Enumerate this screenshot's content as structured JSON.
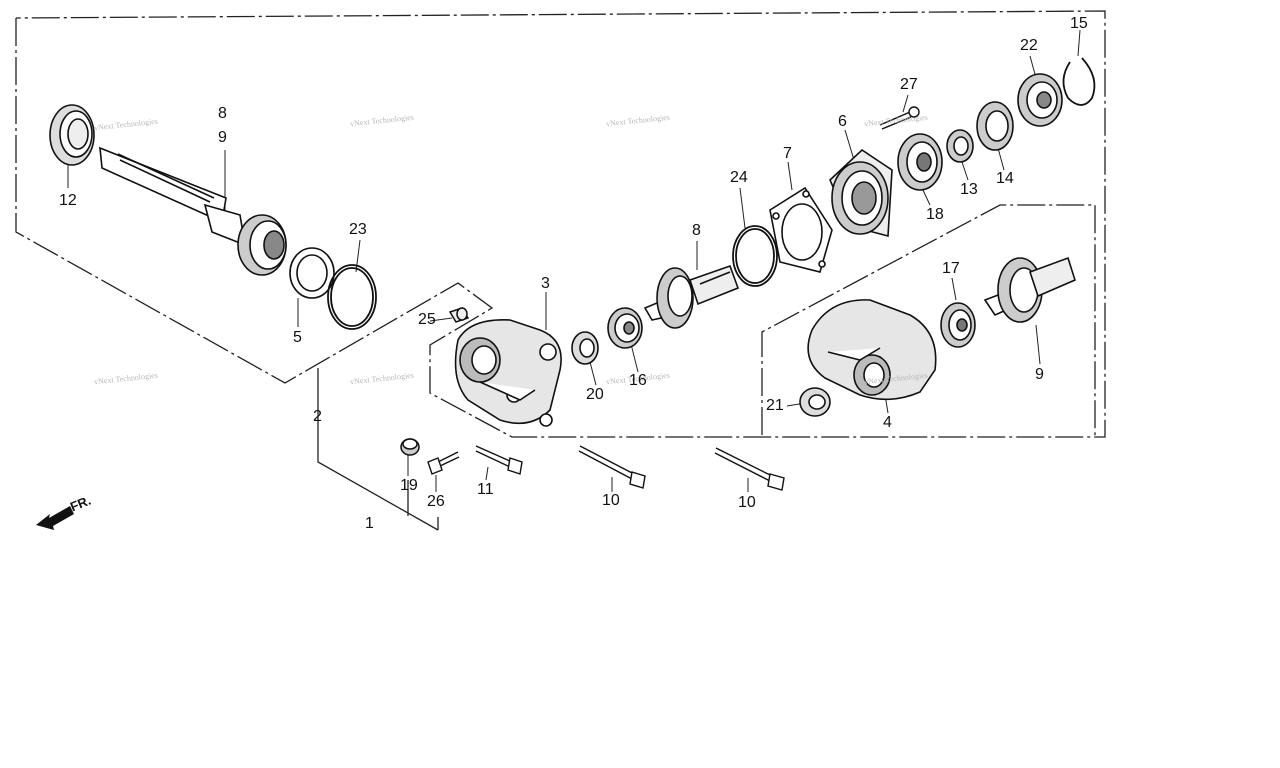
{
  "watermark": "vNext Technologies",
  "direction_label": "FR.",
  "callouts": {
    "c1": "1",
    "c2": "2",
    "c3": "3",
    "c4": "4",
    "c5": "5",
    "c6": "6",
    "c7": "7",
    "c8a": "8",
    "c8b": "8",
    "c9a": "9",
    "c9b": "9",
    "c10a": "10",
    "c10b": "10",
    "c11": "11",
    "c12": "12",
    "c13": "13",
    "c14": "14",
    "c15": "15",
    "c16": "16",
    "c17": "17",
    "c18": "18",
    "c19": "19",
    "c20": "20",
    "c21": "21",
    "c22": "22",
    "c23": "23",
    "c24": "24",
    "c25": "25",
    "c26": "26",
    "c27": "27"
  }
}
